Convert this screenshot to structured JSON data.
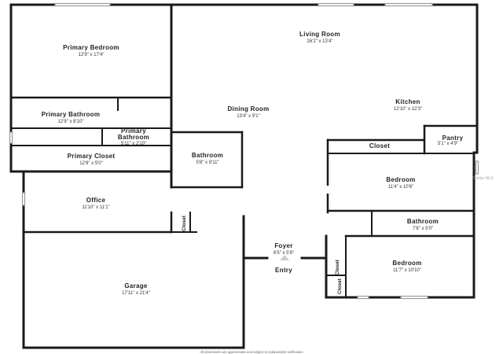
{
  "rooms": {
    "primary_bedroom": {
      "name": "Primary Bedroom",
      "dim": "12'9\" x 17'4\""
    },
    "living_room": {
      "name": "Living Room",
      "dim": "26'2\" x 13'4\""
    },
    "primary_bathroom": {
      "name": "Primary Bathroom",
      "dim": "12'9\" x 8'10\""
    },
    "primary_bathroom_small": {
      "name_line1": "Primary",
      "name_line2": "Bathroom",
      "dim": "5'11\" x 2'10\""
    },
    "dining_room": {
      "name": "Dining Room",
      "dim": "13'4\" x 9'1\""
    },
    "kitchen": {
      "name": "Kitchen",
      "dim": "12'10\" x 12'3\""
    },
    "pantry": {
      "name": "Pantry",
      "dim": "5'1\" x 4'9\""
    },
    "closet_top": {
      "name": "Closet"
    },
    "primary_closet": {
      "name": "Primary Closet",
      "dim": "12'9\" x 5'0\""
    },
    "bathroom_center": {
      "name": "Bathroom",
      "dim": "5'8\" x 9'11\""
    },
    "bedroom_upper": {
      "name": "Bedroom",
      "dim": "11'4\" x 10'6\""
    },
    "office": {
      "name": "Office",
      "dim": "11'10\" x 11'1\""
    },
    "closet_office": {
      "name": "Closet"
    },
    "bathroom_right": {
      "name": "Bathroom",
      "dim": "7'8\" x 5'0\""
    },
    "foyer": {
      "name": "Foyer",
      "dim": "6'5\" x 5'8\""
    },
    "entry": {
      "name": "Entry"
    },
    "bedroom_lower": {
      "name": "Bedroom",
      "dim": "11'7\" x 10'10\""
    },
    "closet_lower_1": {
      "name": "Closet"
    },
    "closet_lower_2": {
      "name": "Closet"
    },
    "garage": {
      "name": "Garage",
      "dim": "17'11\" x 21'4\""
    }
  },
  "footnote": "All dimensions are approximate and subject to independent verification",
  "watermark": "Stellar MLS",
  "colors": {
    "wall": "#1a1a1a",
    "window": "#9a9a9a",
    "background": "#ffffff"
  }
}
